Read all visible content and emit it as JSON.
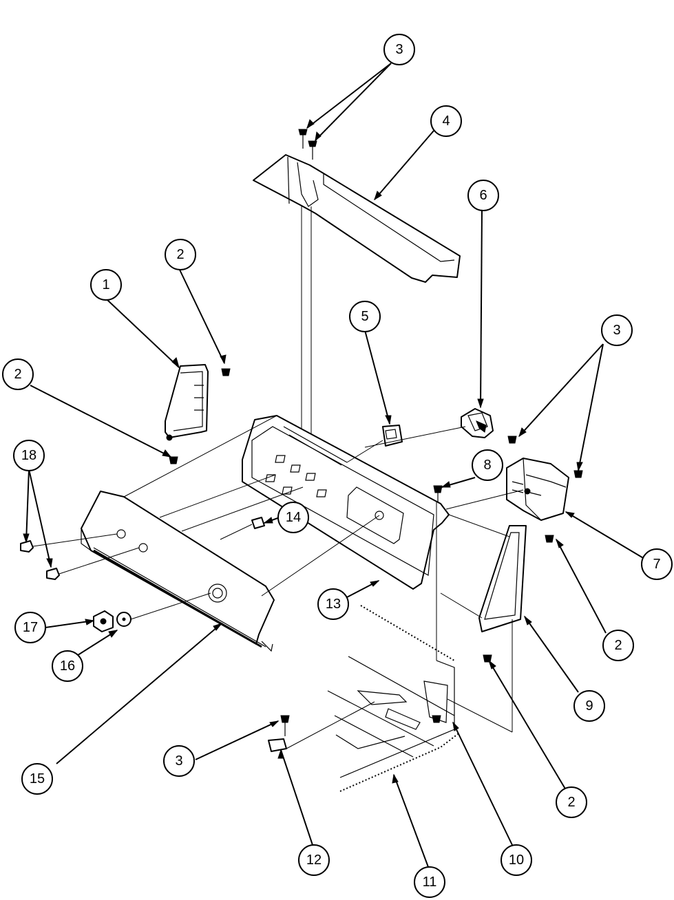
{
  "callouts": [
    {
      "id": "c3a",
      "label": "3"
    },
    {
      "id": "c4",
      "label": "4"
    },
    {
      "id": "c6",
      "label": "6"
    },
    {
      "id": "c5",
      "label": "5"
    },
    {
      "id": "c2a",
      "label": "2"
    },
    {
      "id": "c1",
      "label": "1"
    },
    {
      "id": "c3b",
      "label": "3"
    },
    {
      "id": "c2b",
      "label": "2"
    },
    {
      "id": "c18",
      "label": "18"
    },
    {
      "id": "c8",
      "label": "8"
    },
    {
      "id": "c14",
      "label": "14"
    },
    {
      "id": "c7",
      "label": "7"
    },
    {
      "id": "c13",
      "label": "13"
    },
    {
      "id": "c17",
      "label": "17"
    },
    {
      "id": "c2c",
      "label": "2"
    },
    {
      "id": "c16",
      "label": "16"
    },
    {
      "id": "c9",
      "label": "9"
    },
    {
      "id": "c3c",
      "label": "3"
    },
    {
      "id": "c15",
      "label": "15"
    },
    {
      "id": "c2d",
      "label": "2"
    },
    {
      "id": "c12",
      "label": "12"
    },
    {
      "id": "c10",
      "label": "10"
    },
    {
      "id": "c11",
      "label": "11"
    }
  ]
}
